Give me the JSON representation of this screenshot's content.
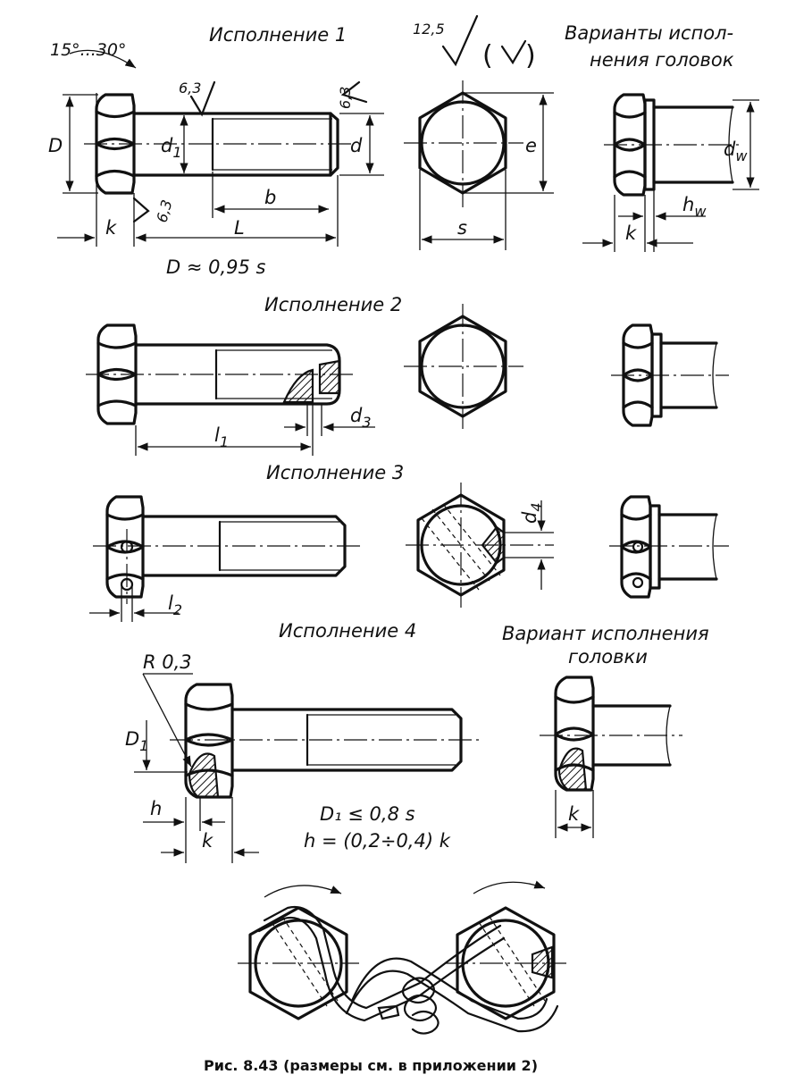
{
  "titles": {
    "ispolnenie1": "Исполнение 1",
    "ispolnenie2": "Исполнение 2",
    "ispolnenie3": "Исполнение 3",
    "ispolnenie4": "Исполнение 4",
    "variants_line1": "Варианты испол-",
    "variants_line2": "нения головок",
    "variant_line1": "Вариант исполнения",
    "variant_line2": "головки"
  },
  "roughness": {
    "main": "12,5",
    "local": "6,3"
  },
  "dims": {
    "angle": "15°...30°",
    "D": "D",
    "d1": "d",
    "d1_sub": "1",
    "d": "d",
    "k": "k",
    "L": "L",
    "b": "b",
    "e": "e",
    "s": "s",
    "dw": "d",
    "dw_sub": "w",
    "hw": "h",
    "hw_sub": "w",
    "l1": "l",
    "l1_sub": "1",
    "d3": "d",
    "d3_sub": "3",
    "l2": "l",
    "l2_sub": "2",
    "d4": "d",
    "d4_sub": "4",
    "R": "R 0,3",
    "D1": "D",
    "D1_sub": "1",
    "h": "h"
  },
  "formulas": {
    "f1": "D ≈ 0,95 s",
    "f2": "D₁ ≤ 0,8 s",
    "f3": "h = (0,2÷0,4) k"
  },
  "caption": "Рис. 8.43 (размеры см. в приложении 2)"
}
